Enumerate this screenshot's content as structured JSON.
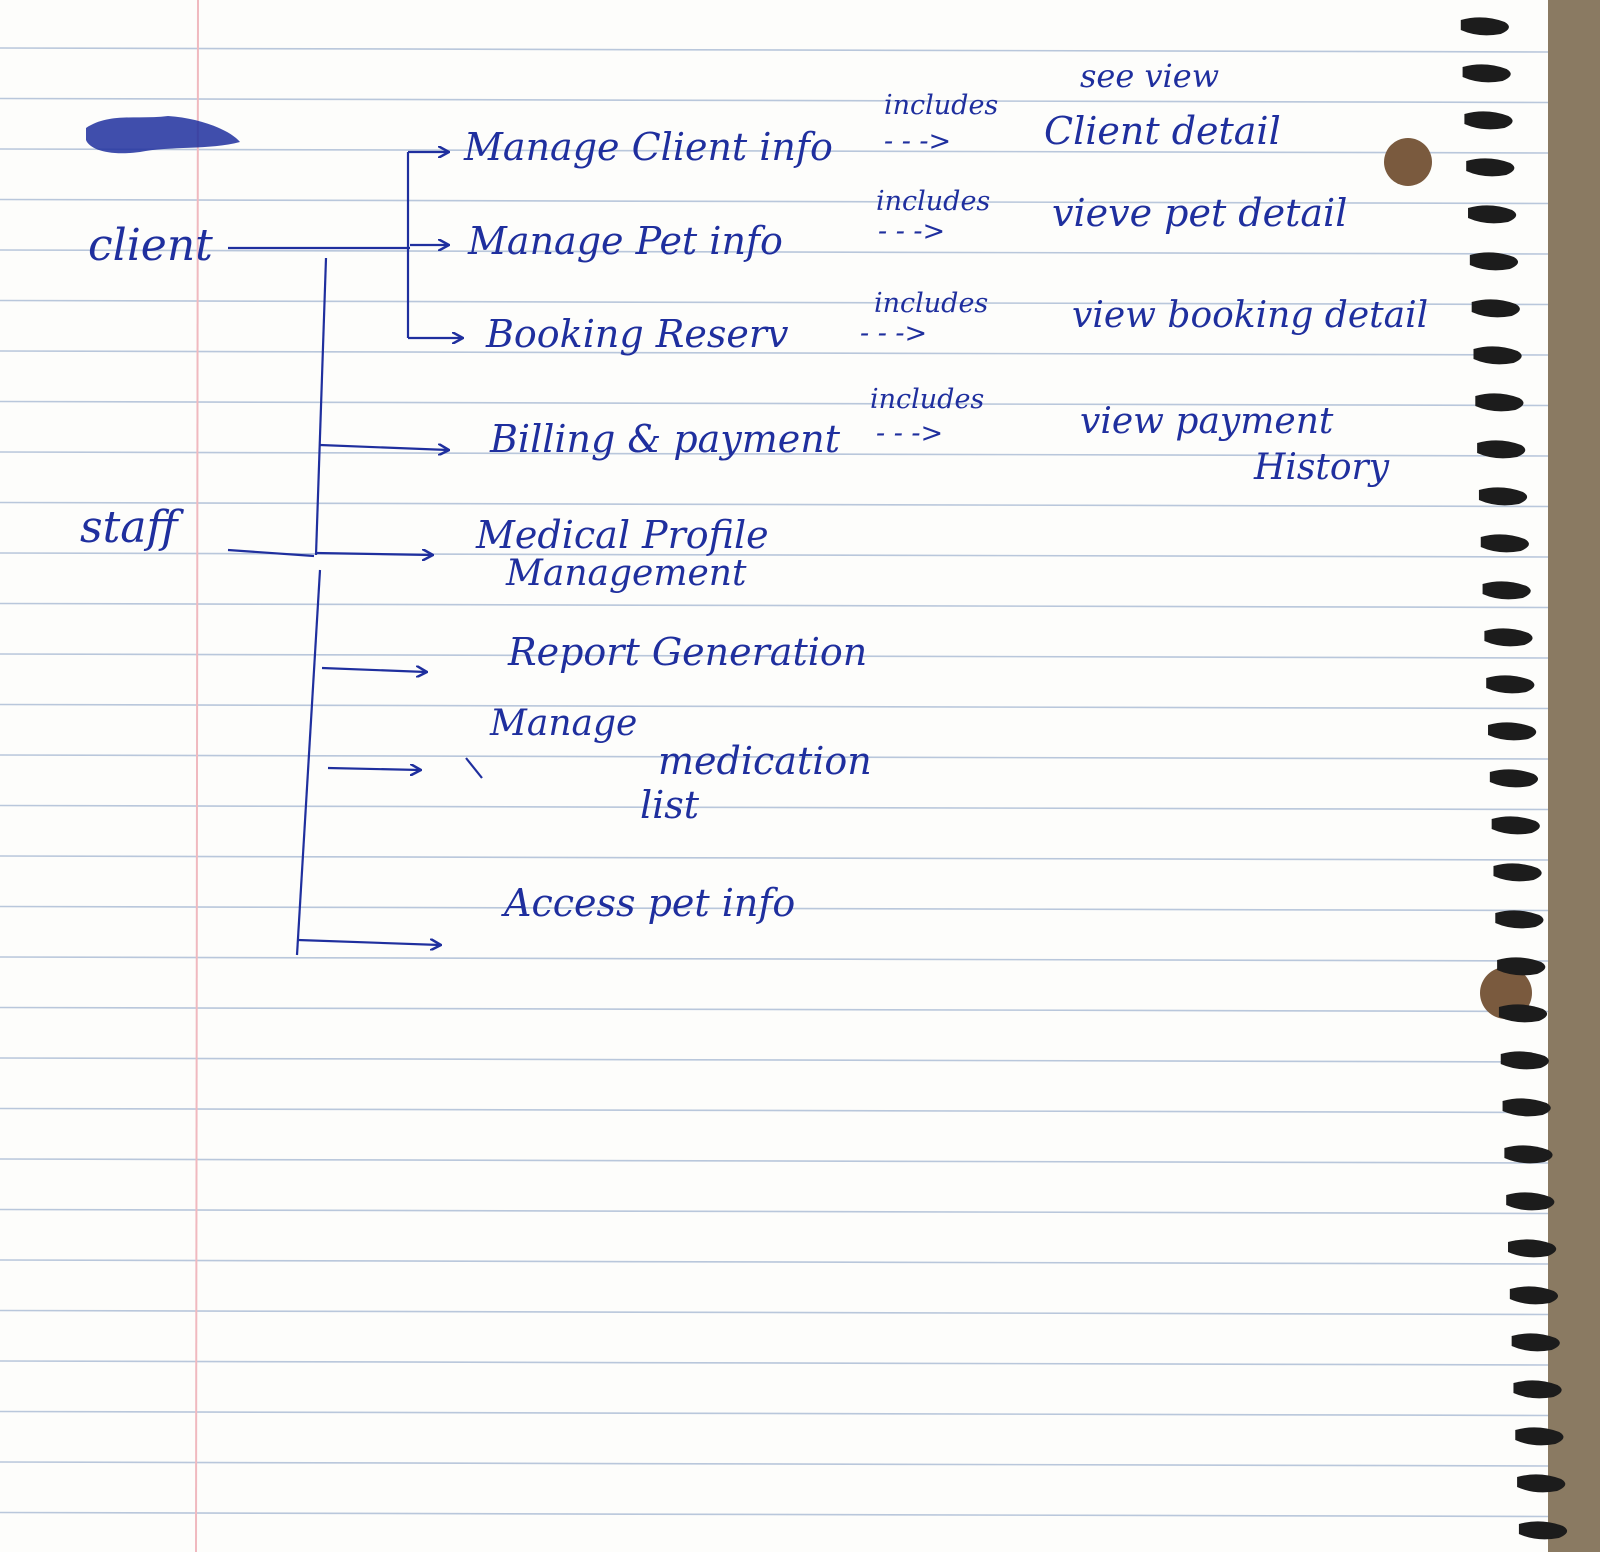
{
  "colors": {
    "paper": "#fdfdfb",
    "rule_line": "#b9c7db",
    "margin_line": "#f0b9bf",
    "ink": "#1f2f9e",
    "spiral": "#1c1c1c",
    "cover": "#8a7a62"
  },
  "actors": {
    "client": "client",
    "staff": "staff"
  },
  "use_cases": {
    "manage_client_info": "Manage Client info",
    "manage_pet_info": "Manage Pet info",
    "booking_reserv": "Booking Reserv",
    "billing_payment": "Billing & payment",
    "medical_profile": "Medical Profile",
    "medical_profile_2": "Management",
    "report_generation": "Report Generation",
    "manage_medication_1": "Manage",
    "manage_medication_2": "medication",
    "manage_medication_3": "list",
    "access_pet_info": "Access pet info"
  },
  "relations": {
    "includes_1": "includes",
    "includes_2": "includes",
    "includes_3": "includes",
    "includes_4": "includes",
    "arrow": "- - ->"
  },
  "included": {
    "client_detail_top": "see view",
    "client_detail": "Client detail",
    "pet_detail": "vieve pet detail",
    "booking_detail": "view booking detail",
    "payment_history_1": "view payment",
    "payment_history_2": "History"
  },
  "icons": {
    "scribble": "scribble-icon",
    "spiral": "spiral-binding-icon",
    "punch_hole": "punch-hole-icon"
  }
}
